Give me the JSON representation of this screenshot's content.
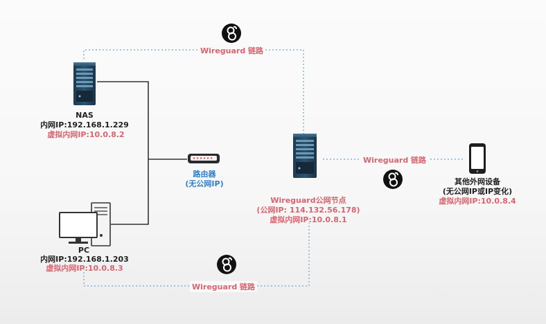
{
  "colors": {
    "link_line": "#7fb2d8",
    "wire": "#333333",
    "accent_red": "#d9646e",
    "accent_blue": "#2f7fc8"
  },
  "links": {
    "top": "Wireguard 链路",
    "right": "Wireguard 链路",
    "bottom": "Wireguard 链路"
  },
  "nas": {
    "name": "NAS",
    "lan_ip": "内网IP:192.168.1.229",
    "vpn_ip": "虚拟内网IP:10.0.8.2"
  },
  "pc": {
    "name": "PC",
    "lan_ip": "内网IP:192.168.1.203",
    "vpn_ip": "虚拟内网IP:10.0.8.3"
  },
  "router": {
    "name": "路由器",
    "note": "(无公网IP)"
  },
  "server": {
    "name": "Wireguard公网节点",
    "public_ip": "(公网IP: 114.132.56.178)",
    "vpn_ip": "虚拟内网IP:10.0.8.1"
  },
  "phone": {
    "name": "其他外网设备",
    "note": "(无公网IP或IP变化)",
    "vpn_ip": "虚拟内网IP:10.0.8.4"
  },
  "icons": [
    "wireguard-logo",
    "server-icon",
    "router-icon",
    "pc-icon",
    "phone-icon"
  ]
}
